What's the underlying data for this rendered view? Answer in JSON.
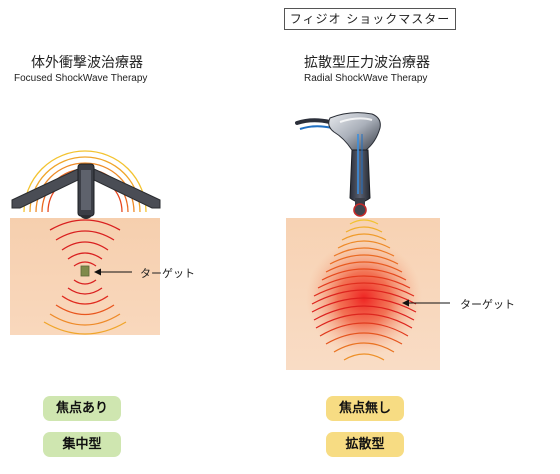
{
  "header": {
    "device_name": "フィジオ ショックマスター"
  },
  "focused": {
    "title_jp": "体外衝撃波治療器",
    "title_en": "Focused ShockWave Therapy",
    "target_label": "ターゲット",
    "badge_focus": "焦点あり",
    "badge_type": "集中型"
  },
  "radial": {
    "title_jp": "拡散型圧力波治療器",
    "title_en": "Radial ShockWave Therapy",
    "target_label": "ターゲット",
    "badge_focus": "焦点無し",
    "badge_type": "拡散型"
  }
}
